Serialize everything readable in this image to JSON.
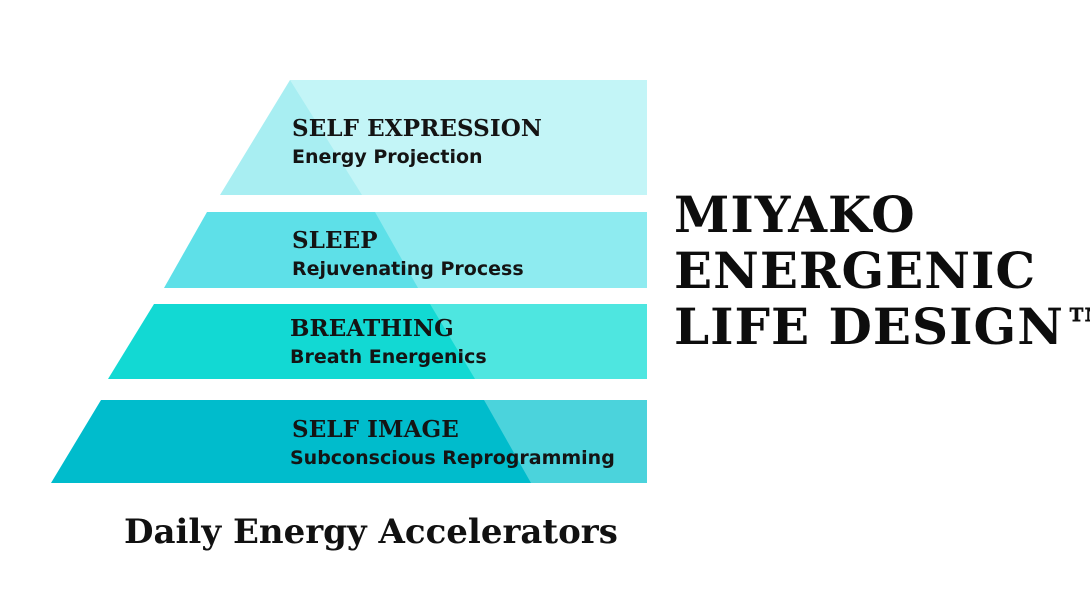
{
  "pyramid": {
    "tiers": [
      {
        "title": "SELF EXPRESSION",
        "subtitle": "Energy Projection",
        "base_color": "#a8eef2",
        "overlay_color": "#c3f5f7"
      },
      {
        "title": "SLEEP",
        "subtitle": "Rejuvenating Process",
        "base_color": "#5ee0e8",
        "overlay_color": "#8eebf0"
      },
      {
        "title": "BREATHING",
        "subtitle": "Breath Energenics",
        "base_color": "#12d9d3",
        "overlay_color": "#4ee6e0"
      },
      {
        "title": "SELF IMAGE",
        "subtitle": "Subconscious Reprogramming",
        "base_color": "#00bccc",
        "overlay_color": "#4bd3dc"
      }
    ]
  },
  "caption": "Daily Energy Accelerators",
  "brand": {
    "lines": [
      "MIYAKO",
      "ENERGENIC",
      "LIFE DESIGN™"
    ]
  }
}
